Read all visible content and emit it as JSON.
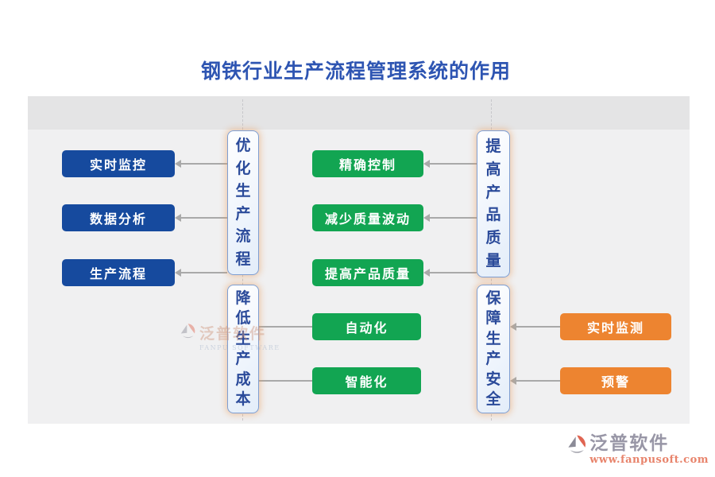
{
  "title": "钢铁行业生产流程管理系统的作用",
  "groups": {
    "optimize": {
      "hub": "优化生产流程",
      "arrow": "hub-to-items",
      "items": [
        "实时监控",
        "数据分析",
        "生产流程"
      ]
    },
    "quality": {
      "hub": "提高产品质量",
      "arrow": "hub-to-items",
      "items": [
        "精确控制",
        "减少质量波动",
        "提高产品质量"
      ]
    },
    "cost": {
      "hub": "降低生产成本",
      "arrow": "none",
      "items": [
        "自动化",
        "智能化"
      ]
    },
    "safety": {
      "hub": "保障生产安全",
      "arrow": "items-to-hub",
      "items": [
        "实时监测",
        "预警"
      ]
    }
  },
  "colors": {
    "title_blue": "#2e55b2",
    "item_blue": "#164a9e",
    "item_green": "#12a552",
    "item_orange": "#ed8430",
    "hub_text": "#2a4a9a",
    "connector_gray": "#a9a9a9",
    "canvas_gray": "#f0f0f1",
    "band_gray": "#e4e4e5"
  },
  "icons": {
    "logo": "fanpu-logo-icon",
    "arrowhead": "arrow-left-icon"
  },
  "watermark": {
    "brand": "泛普软件",
    "brand_en": "FANPU SOFTWARE",
    "url": "www.fanpusoft.com"
  }
}
